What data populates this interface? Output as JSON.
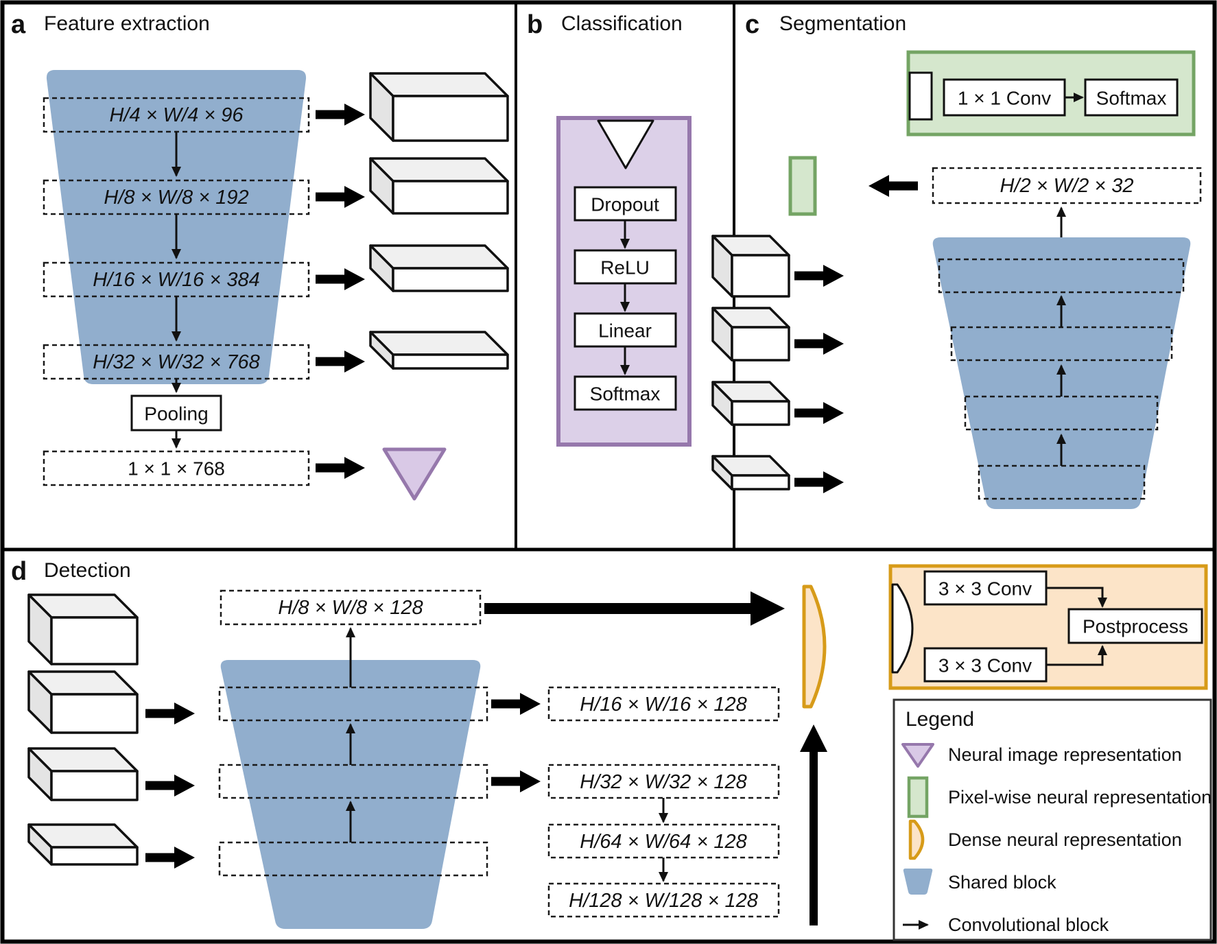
{
  "panels": {
    "a": {
      "label": "a",
      "title": "Feature extraction",
      "stages": [
        "H/4 × W/4 × 96",
        "H/8 × W/8 × 192",
        "H/16 × W/16 × 384",
        "H/32 × W/32 × 768"
      ],
      "pooling": "Pooling",
      "vector": "1 × 1 × 768"
    },
    "b": {
      "label": "b",
      "title": "Classification",
      "steps": [
        "Dropout",
        "ReLU",
        "Linear",
        "Softmax"
      ]
    },
    "c": {
      "label": "c",
      "title": "Segmentation",
      "conv": "1 × 1 Conv",
      "softmax": "Softmax",
      "feature": "H/2 × W/2 × 32"
    },
    "d": {
      "label": "d",
      "title": "Detection",
      "top_feature": "H/8 × W/8 × 128",
      "outputs": [
        "H/16 × W/16 × 128",
        "H/32 × W/32 × 128",
        "H/64 × W/64 × 128",
        "H/128 × W/128 × 128"
      ],
      "conv_top": "3 × 3 Conv",
      "conv_bottom": "3 × 3 Conv",
      "postprocess": "Postprocess"
    }
  },
  "legend": {
    "title": "Legend",
    "items": [
      "Neural image representation",
      "Pixel-wise neural representation",
      "Dense neural representation",
      "Shared block",
      "Convolutional block"
    ]
  },
  "colors": {
    "shared_block_blue": "#91aecd",
    "purple_fill": "#dcd0e8",
    "purple_stroke": "#9678ac",
    "green_fill": "#d5e7cd",
    "green_stroke": "#74a464",
    "orange_fill": "#fce4c8",
    "orange_stroke": "#d79b19"
  }
}
